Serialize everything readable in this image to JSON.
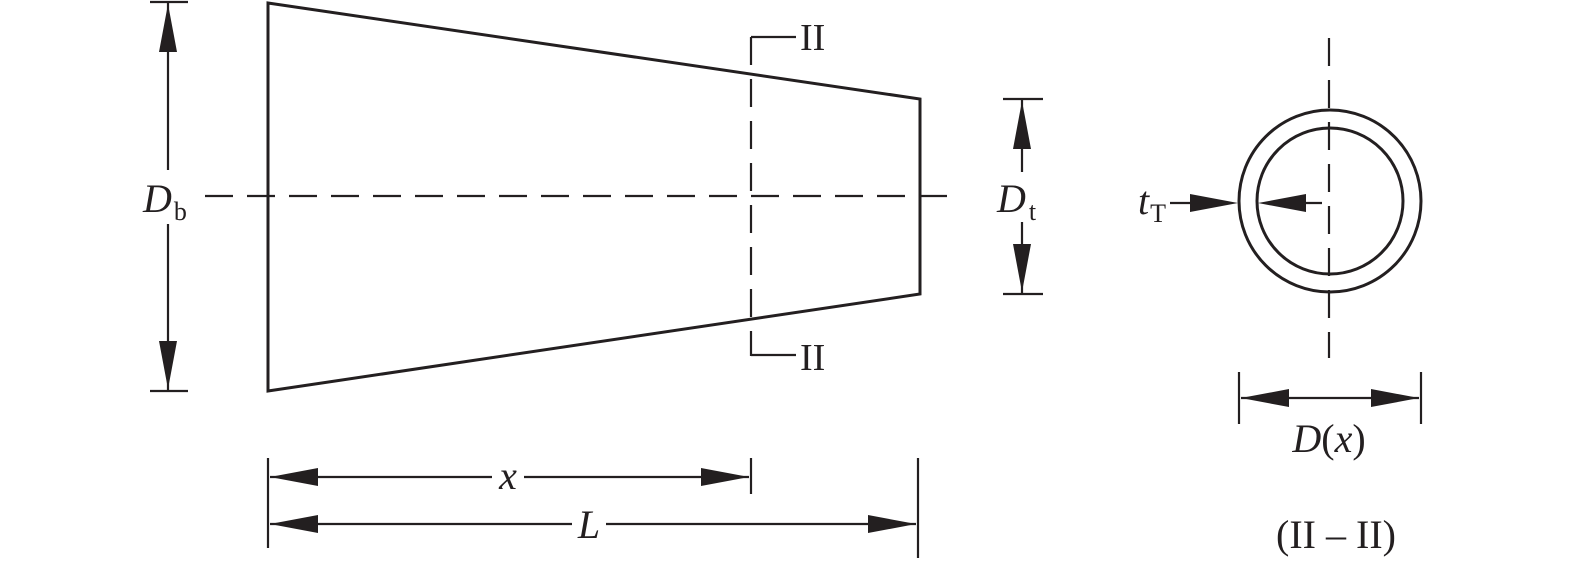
{
  "labels": {
    "base_diameter": {
      "main": "D",
      "sub": "b"
    },
    "tip_diameter": {
      "main": "D",
      "sub": "t"
    },
    "section_top": "II",
    "section_bottom": "II",
    "position": "x",
    "length": "L",
    "wall_thickness": {
      "main": "t",
      "sub": "T"
    },
    "section_diameter": {
      "main": "D",
      "open": "(",
      "var": "x",
      "close": ")"
    },
    "section_title": "(II – II)"
  },
  "colors": {
    "ink": "#231f20",
    "background": "#ffffff"
  }
}
